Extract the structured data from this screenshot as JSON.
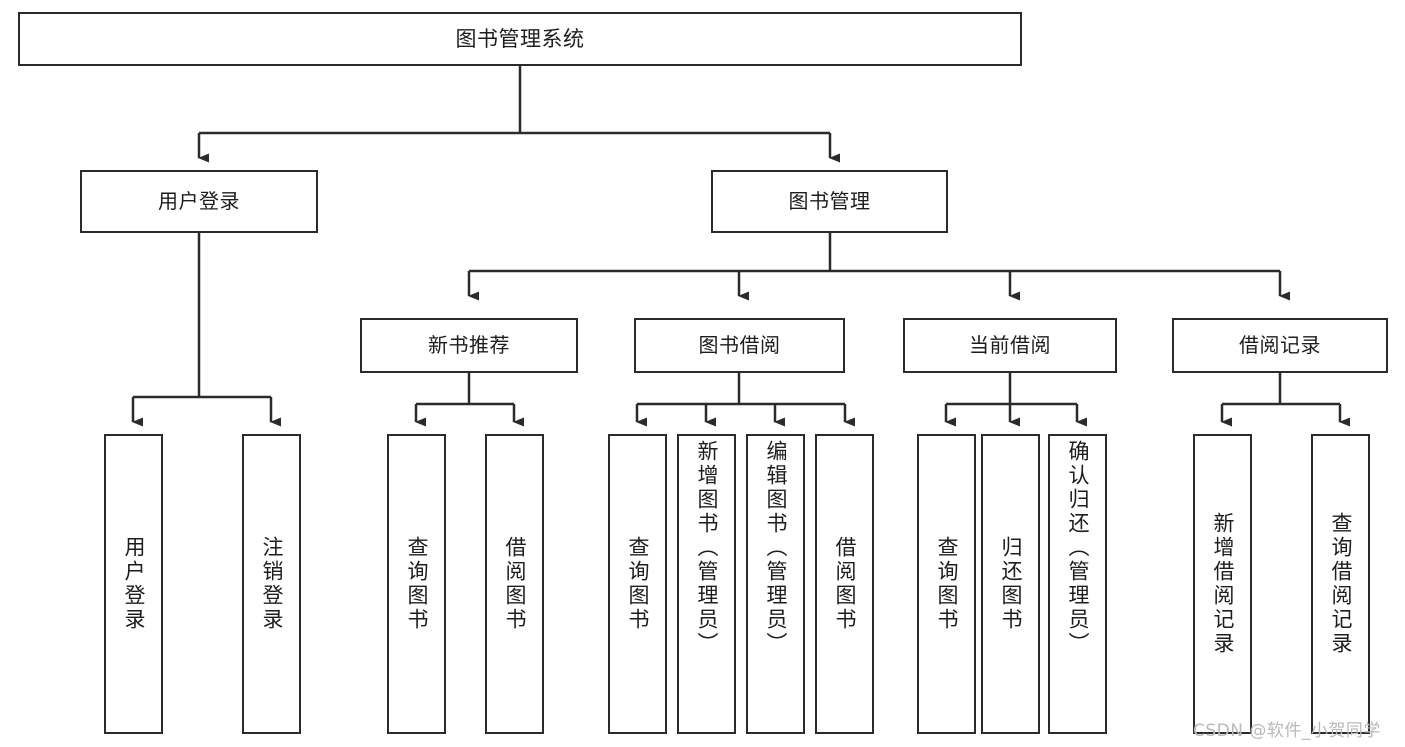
{
  "diagram": {
    "title": "图书管理系统",
    "type": "hierarchy-tree",
    "colors": {
      "box_border": "#2b2b2b",
      "box_fill": "#ffffff",
      "connector": "#2b2b2b",
      "text": "#1d1d1d",
      "watermark": "#b9b9b9"
    },
    "nodes": {
      "root": {
        "label": "图书管理系统"
      },
      "level1": [
        {
          "label": "用户登录"
        },
        {
          "label": "图书管理"
        }
      ],
      "level2": [
        {
          "label": "新书推荐"
        },
        {
          "label": "图书借阅"
        },
        {
          "label": "当前借阅"
        },
        {
          "label": "借阅记录"
        }
      ],
      "leaves": {
        "user_login": [
          {
            "label": "用户登录"
          },
          {
            "label": "注销登录"
          }
        ],
        "new_book": [
          {
            "label": "查询图书"
          },
          {
            "label": "借阅图书"
          }
        ],
        "book_borrow": [
          {
            "label": "查询图书"
          },
          {
            "label": "新增图书（管理员）"
          },
          {
            "label": "编辑图书（管理员）"
          },
          {
            "label": "借阅图书"
          }
        ],
        "current_borrow": [
          {
            "label": "查询图书"
          },
          {
            "label": "归还图书"
          },
          {
            "label": "确认归还（管理员）"
          }
        ],
        "borrow_record": [
          {
            "label": "新增借阅记录"
          },
          {
            "label": "查询借阅记录"
          }
        ]
      }
    },
    "watermark": "CSDN @软件_小贺同学"
  }
}
